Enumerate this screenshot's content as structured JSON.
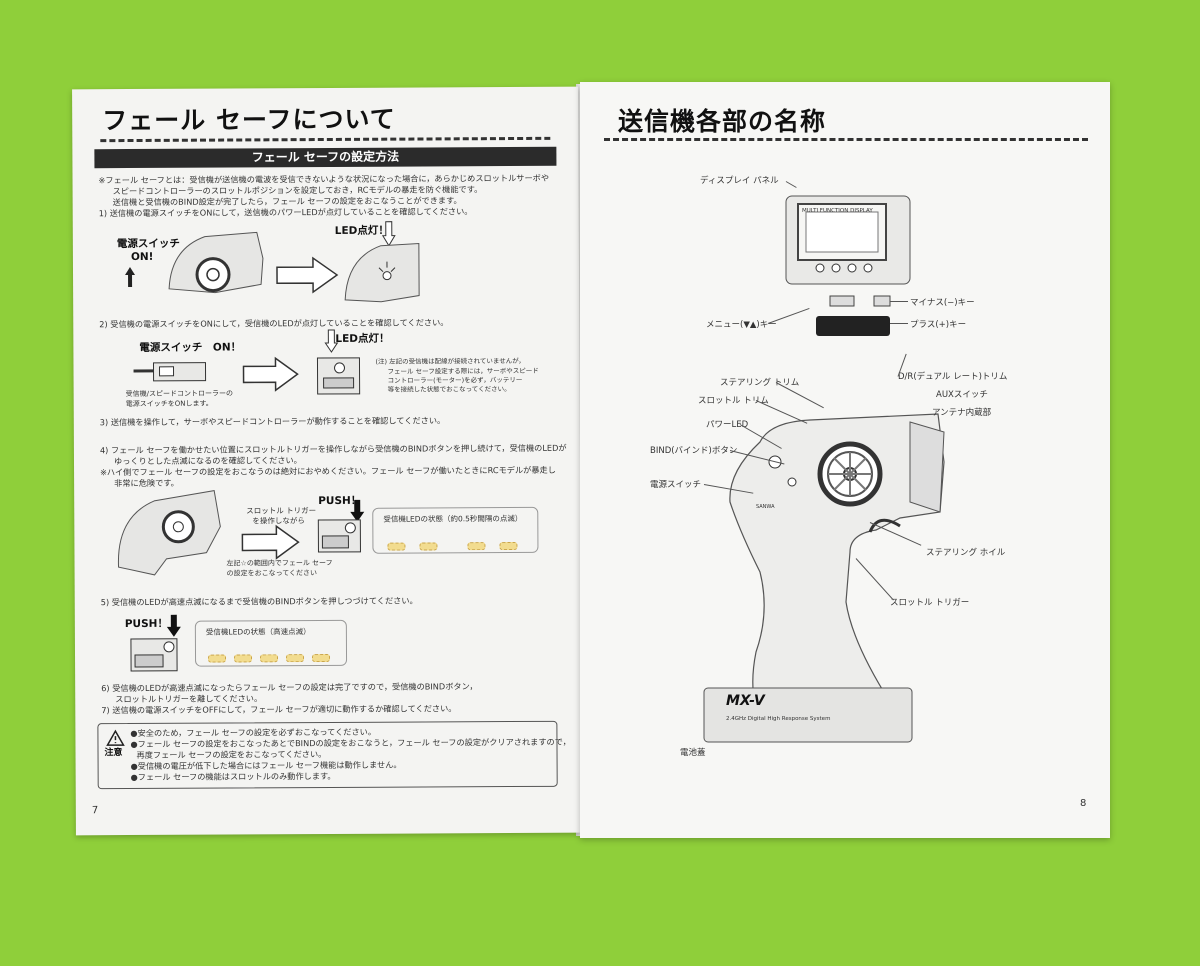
{
  "left": {
    "title": "フェール セーフについて",
    "section_heading": "フェール セーフの設定方法",
    "intro": [
      "※フェール セーフとは：受信機が送信機の電波を受信できないような状況になった場合に，あらかじめスロットルサーボや",
      "スピードコントローラーのスロットルポジションを設定しておき，RCモデルの暴走を防ぐ機能です。",
      "送信機と受信機のBIND設定が完了したら，フェール セーフの設定をおこなうことができます。"
    ],
    "step1": "1) 送信機の電源スイッチをONにして，送信機のパワーLEDが点灯していることを確認してください。",
    "power_switch_on": "電源スイッチ",
    "on_label": "ON!",
    "led_lit": "LED点灯！",
    "step2": "2) 受信機の電源スイッチをONにして，受信機のLEDが点灯していることを確認してください。",
    "power_switch_on2": "電源スイッチ　ON！",
    "receiver_caption": [
      "受信機/スピードコントローラーの",
      "電源スイッチをONします。"
    ],
    "led_lit2": "LED点灯！",
    "note_lines": [
      "(注) 左記の受信機は配線が接続されていませんが，",
      "フェール セーフ設定する際には，サーボやスピード",
      "コントローラー(モーター)を必ず，バッテリー",
      "等を接続した状態でおこなってください。"
    ],
    "step3": "3) 送信機を操作して，サーボやスピードコントローラーが動作することを確認してください。",
    "step4": [
      "4) フェール セーフを働かせたい位置にスロットルトリガーを操作しながら受信機のBINDボタンを押し続けて，受信機のLEDが",
      "ゆっくりとした点滅になるのを確認してください。",
      "※ハイ側でフェール セーフの設定をおこなうのは絶対におやめください。フェール セーフが働いたときにRCモデルが暴走し",
      "非常に危険です。"
    ],
    "throttle_caption": [
      "スロットル トリガー",
      "を操作しながら"
    ],
    "range_caption": [
      "左記☆の範囲内でフェール セーフ",
      "の設定をおこなってください"
    ],
    "push1": "PUSH！",
    "slow_blink": "受信機LEDの状態（約0.5秒間隔の点滅）",
    "step5": "5) 受信機のLEDが高速点滅になるまで受信機のBINDボタンを押しつづけてください。",
    "push2": "PUSH！",
    "fast_blink": "受信機LEDの状態（高速点滅）",
    "step6": [
      "6) 受信機のLEDが高速点滅になったらフェール セーフの設定は完了ですので，受信機のBINDボタン，",
      "スロットルトリガーを離してください。"
    ],
    "step7": "7) 送信機の電源スイッチをOFFにして，フェール セーフが適切に動作するか確認してください。",
    "caution_label": "注意",
    "cautions": [
      "●安全のため，フェール セーフの設定を必ずおこなってください。",
      "●フェール セーフの設定をおこなったあとでBINDの設定をおこなうと，フェール セーフの設定がクリアされますので，",
      "再度フェール セーフの設定をおこなってください。",
      "●受信機の電圧が低下した場合にはフェール セーフ機能は動作しません。",
      "●フェール セーフの機能はスロットルのみ動作します。"
    ],
    "page_number": "7"
  },
  "right": {
    "title": "送信機各部の名称",
    "labels": {
      "display": "ディスプレイ パネル",
      "minus_key": "マイナス(−)キー",
      "menu_key": "メニュー(▼▲)キー",
      "plus_key": "プラス(+)キー",
      "steering_trim": "ステアリング トリム",
      "dr_trim": "D/R(デュアル レート)トリム",
      "throttle_trim": "スロットル トリム",
      "aux_switch": "AUXスイッチ",
      "power_led": "パワーLED",
      "antenna": "アンテナ内蔵部",
      "bind_button": "BIND(バインド)ボタン",
      "power_switch": "電源スイッチ",
      "steering_wheel": "ステアリング ホイル",
      "throttle_trigger": "スロットル トリガー",
      "battery": "電池蓋"
    },
    "lcd_text": "MULTI FUNCTION DISPLAY",
    "brand": "MX-V",
    "brand_sub": "2.4GHz Digital High Response System",
    "sanwa": "SANWA",
    "page_number": "8"
  },
  "colors": {
    "background": "#8fcf3a",
    "paper": "#f4f4f2",
    "led": "#f2dc8f"
  }
}
